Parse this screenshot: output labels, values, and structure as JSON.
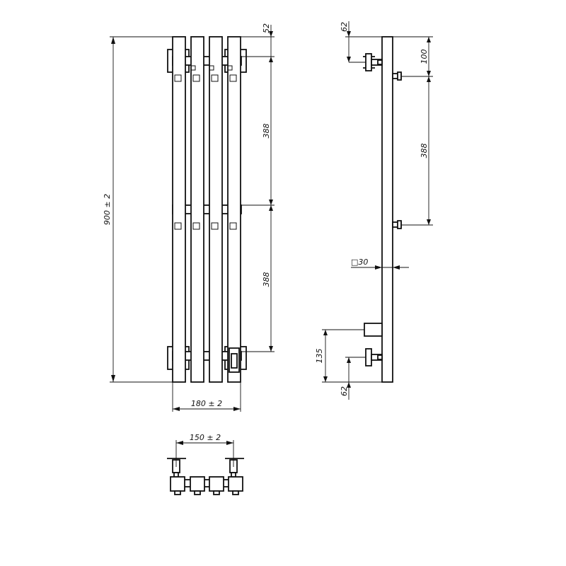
{
  "dimensions": {
    "front_total_height": "900 ± 2",
    "front_top_offset": "52",
    "front_spacing_1": "388",
    "front_spacing_2": "388",
    "front_width": "180 ± 2",
    "side_top_offset": "62",
    "side_top_spacing": "100",
    "side_mid_spacing": "388",
    "tube_section": "□30",
    "side_bottom_height": "135",
    "side_bottom_offset": "62",
    "top_view_width": "150 ± 2"
  }
}
